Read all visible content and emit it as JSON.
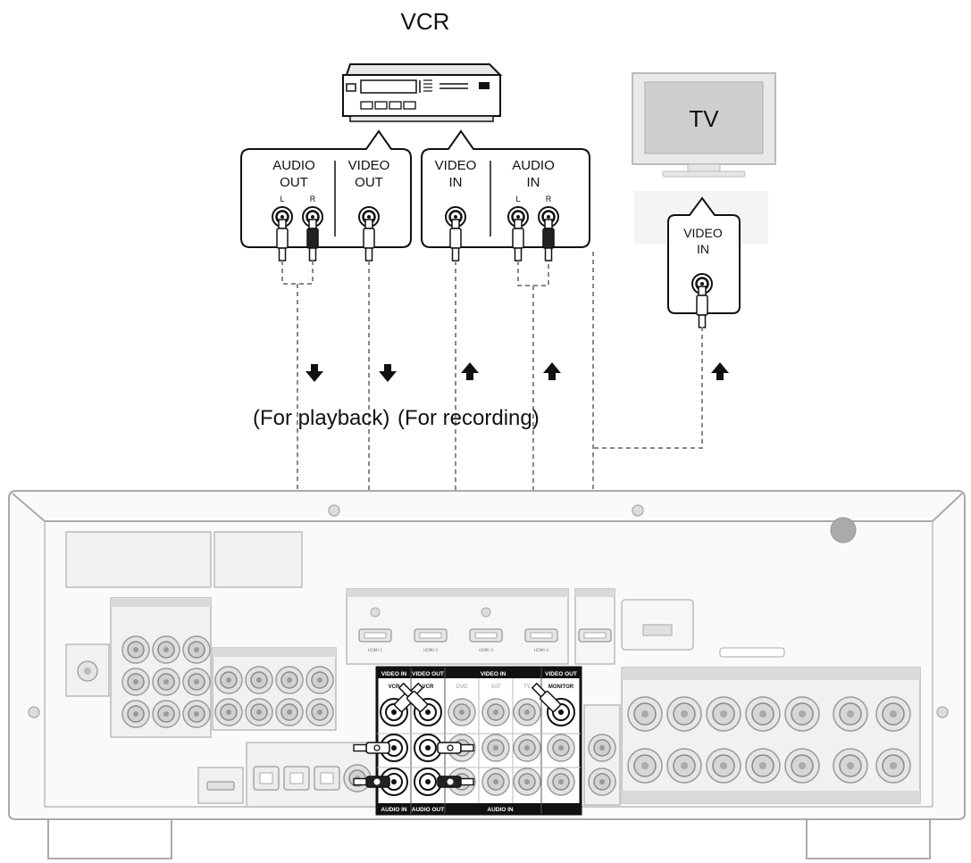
{
  "devices": {
    "vcr": {
      "title": "VCR"
    },
    "tv": {
      "screen_label": "TV"
    }
  },
  "vcr_out_panel": {
    "audio_out": {
      "line1": "AUDIO",
      "line2": "OUT",
      "left": "L",
      "right": "R"
    },
    "video_out": {
      "line1": "VIDEO",
      "line2": "OUT"
    }
  },
  "vcr_in_panel": {
    "video_in": {
      "line1": "VIDEO",
      "line2": "IN"
    },
    "audio_in": {
      "line1": "AUDIO",
      "line2": "IN",
      "left": "L",
      "right": "R"
    }
  },
  "tv_panel": {
    "line1": "VIDEO",
    "line2": "IN"
  },
  "captions": {
    "playback": "(For playback)",
    "recording": "(For recording)"
  },
  "receiver": {
    "section_video_in": "VIDEO IN",
    "section_video_out": "VIDEO OUT",
    "section_audio_in": "AUDIO IN",
    "section_audio_out": "AUDIO OUT",
    "section_monitor": "VIDEO OUT",
    "jack_vcr": "VCR",
    "jack_vcr_out": "VCR",
    "jack_dvd": "DVD",
    "jack_sat": "SAT",
    "jack_tv": "TV",
    "jack_monitor": "MONITOR"
  },
  "colors": {
    "line": "#111111",
    "dashed_cable": "#888888",
    "receiver_outline": "#aaaaaa",
    "receiver_panel": "#f3f3f3",
    "highlight_panel": "#ffffff"
  }
}
